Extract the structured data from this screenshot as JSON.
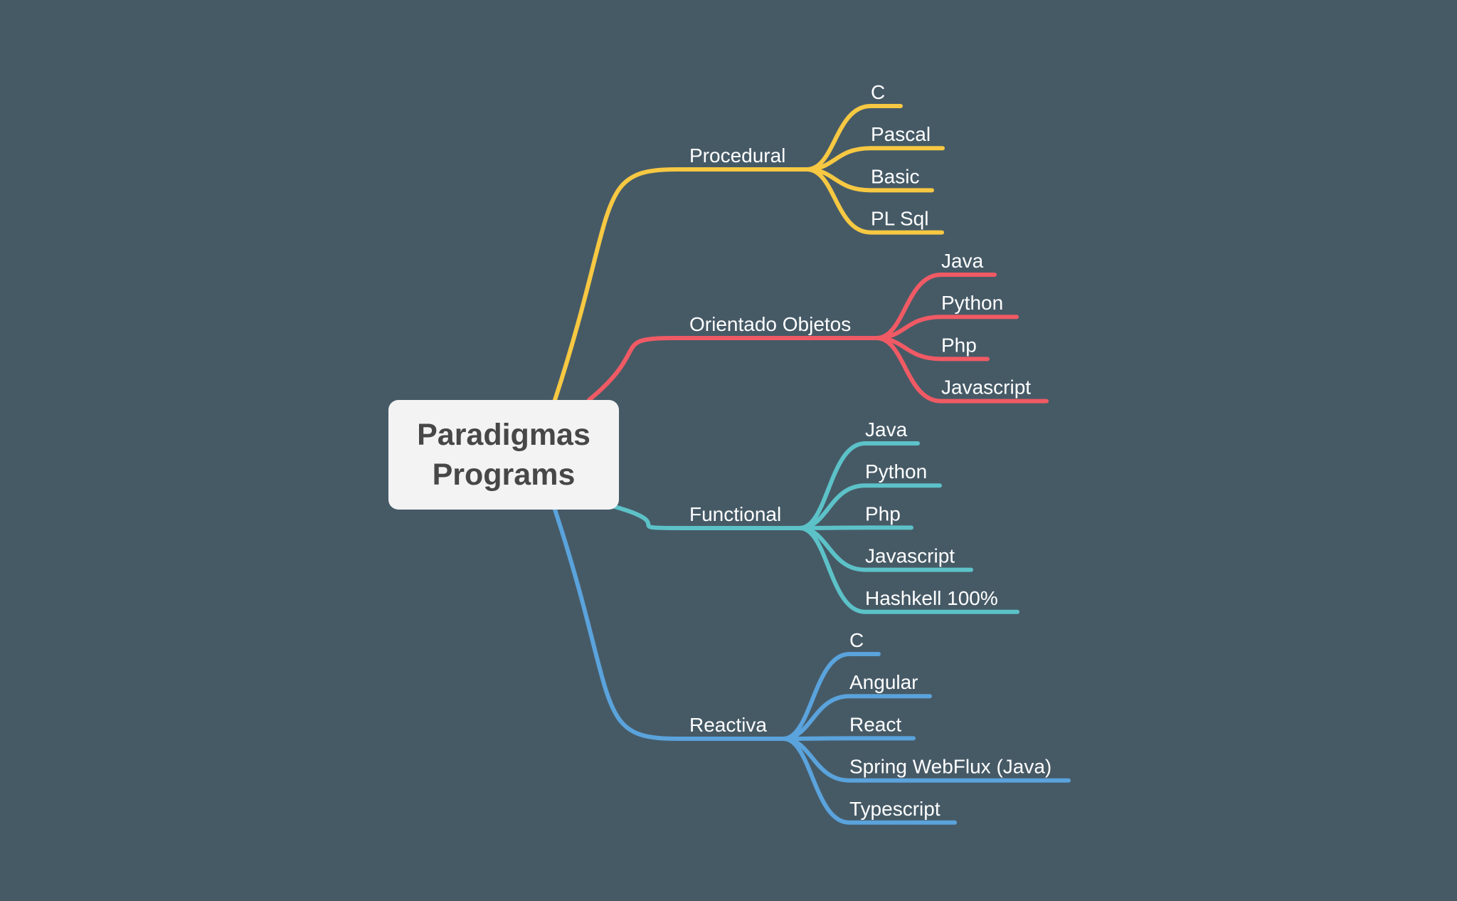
{
  "root": {
    "title": "Paradigmas\nPrograms"
  },
  "branches": [
    {
      "label": "Procedural",
      "color": "#f7c842",
      "children": [
        "C",
        "Pascal",
        "Basic",
        "PL Sql"
      ]
    },
    {
      "label": "Orientado Objetos",
      "color": "#f05a64",
      "children": [
        "Java",
        "Python",
        "Php",
        "Javascript"
      ]
    },
    {
      "label": "Functional",
      "color": "#5cc2c8",
      "children": [
        "Java",
        "Python",
        "Php",
        "Javascript",
        "Hashkell 100%"
      ]
    },
    {
      "label": "Reactiva",
      "color": "#5aa3dc",
      "children": [
        "C",
        "Angular",
        "React",
        "Spring WebFlux (Java)",
        "Typescript"
      ]
    }
  ]
}
